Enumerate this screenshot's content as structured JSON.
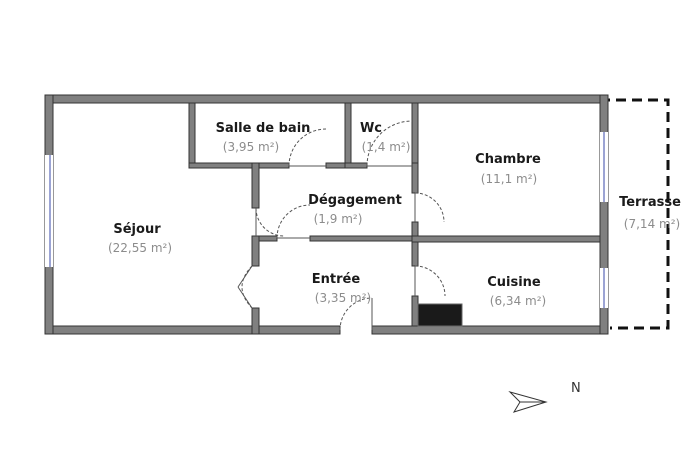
{
  "rooms": {
    "sejour": {
      "name": "Séjour",
      "area": "(22,55 m²)"
    },
    "salle_de_bain": {
      "name": "Salle de bain",
      "area": "(3,95 m²)"
    },
    "wc": {
      "name": "Wc",
      "area": "(1,4 m²)"
    },
    "chambre": {
      "name": "Chambre",
      "area": "(11,1 m²)"
    },
    "degagement": {
      "name": "Dégagement",
      "area": "(1,9 m²)"
    },
    "entree": {
      "name": "Entrée",
      "area": "(3,35 m²)"
    },
    "cuisine": {
      "name": "Cuisine",
      "area": "(6,34 m²)"
    },
    "terrasse": {
      "name": "Terrasse",
      "area": "(7,14 m²)"
    }
  },
  "compass": {
    "label": "N"
  },
  "colors": {
    "wall": "#808080",
    "text": "#1a1a1a",
    "area_text": "#8c8c8c",
    "window": "#7a86c6"
  }
}
